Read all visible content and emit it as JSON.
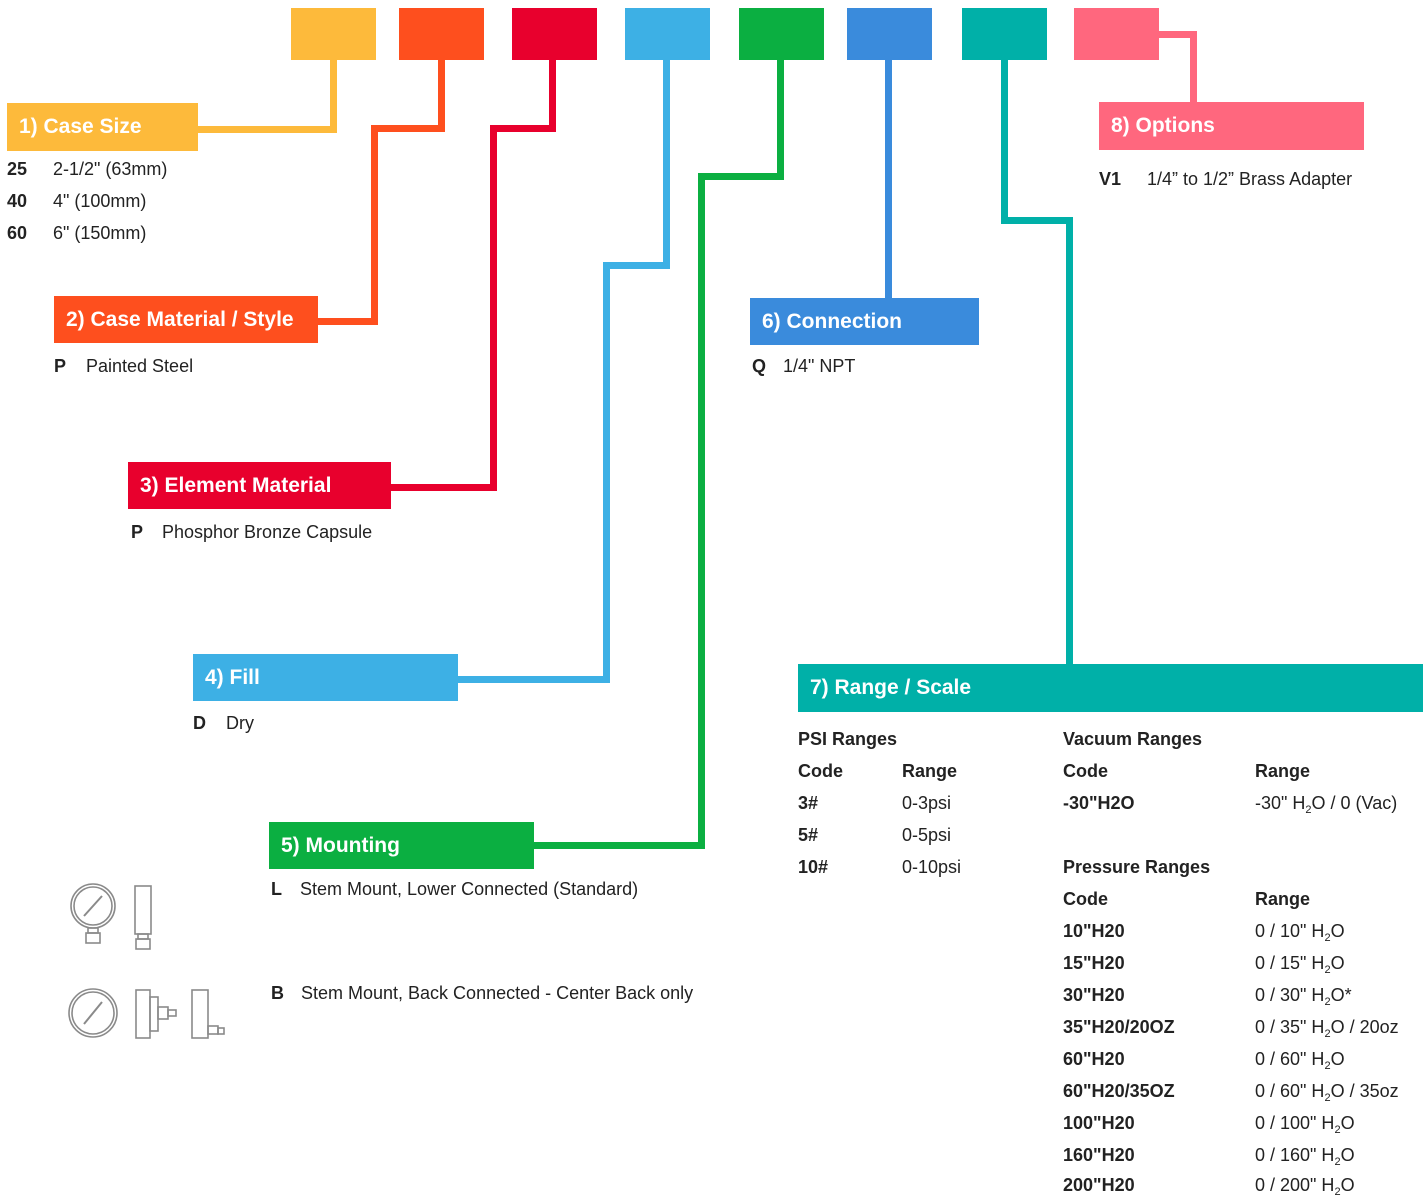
{
  "colors": {
    "case_size": "#FDBA3B",
    "case_material": "#FE4F1E",
    "element": "#E8002D",
    "fill": "#3DB0E5",
    "mounting": "#0BAF41",
    "connection": "#3A8BDC",
    "range": "#00B0A8",
    "options": "#FF677E"
  },
  "case_size": {
    "title": "1) Case Size",
    "items": [
      {
        "code": "25",
        "desc": "2-1/2\" (63mm)"
      },
      {
        "code": "40",
        "desc": "4\" (100mm)"
      },
      {
        "code": "60",
        "desc": "6\" (150mm)"
      }
    ]
  },
  "case_material": {
    "title": "2) Case Material / Style",
    "items": [
      {
        "code": "P",
        "desc": "Painted Steel"
      }
    ]
  },
  "element_material": {
    "title": "3) Element Material",
    "items": [
      {
        "code": "P",
        "desc": "Phosphor Bronze Capsule"
      }
    ]
  },
  "fill": {
    "title": "4) Fill",
    "items": [
      {
        "code": "D",
        "desc": "Dry"
      }
    ]
  },
  "mounting": {
    "title": "5) Mounting",
    "items": [
      {
        "code": "L",
        "desc": "Stem Mount, Lower Connected (Standard)",
        "icon": "lower-mount-gauge-icon"
      },
      {
        "code": "B",
        "desc": "Stem Mount, Back Connected - Center Back only",
        "icon": "back-mount-gauge-icon"
      }
    ]
  },
  "connection": {
    "title": "6) Connection",
    "items": [
      {
        "code": "Q",
        "desc": "1/4\" NPT"
      }
    ]
  },
  "range_scale": {
    "title": "7) Range / Scale",
    "psi": {
      "heading": "PSI Ranges",
      "code_header": "Code",
      "range_header": "Range",
      "rows": [
        {
          "code": "3#",
          "range": "0-3psi"
        },
        {
          "code": "5#",
          "range": "0-5psi"
        },
        {
          "code": "10#",
          "range": "0-10psi"
        }
      ]
    },
    "vacuum": {
      "heading": "Vacuum Ranges",
      "code_header": "Code",
      "range_header": "Range",
      "rows": [
        {
          "code": "-30\"H2O",
          "r1": "-30\" H",
          "r2": "O / 0 (Vac)"
        }
      ]
    },
    "pressure": {
      "heading": "Pressure Ranges",
      "code_header": "Code",
      "range_header": "Range",
      "sub": "2",
      "rows": [
        {
          "code": "10\"H20",
          "r1": "0 / 10\" H",
          "r2": "O"
        },
        {
          "code": "15\"H20",
          "r1": "0 / 15\" H",
          "r2": "O"
        },
        {
          "code": "30\"H20",
          "r1": "0 / 30\" H",
          "r2": "O*"
        },
        {
          "code": "35\"H20/20OZ",
          "r1": "0 / 35\" H",
          "r2": "O / 20oz"
        },
        {
          "code": "60\"H20",
          "r1": "0 / 60\" H",
          "r2": "O"
        },
        {
          "code": "60\"H20/35OZ",
          "r1": "0 / 60\" H",
          "r2": "O / 35oz"
        },
        {
          "code": "100\"H20",
          "r1": "0 / 100\" H",
          "r2": "O"
        },
        {
          "code": "160\"H20",
          "r1": "0 / 160\" H",
          "r2": "O"
        },
        {
          "code": "200\"H20",
          "r1": "0 / 200\" H",
          "r2": "O"
        }
      ]
    }
  },
  "options": {
    "title": "8) Options",
    "items": [
      {
        "code": "V1",
        "desc": "1/4” to 1/2” Brass Adapter"
      }
    ]
  }
}
